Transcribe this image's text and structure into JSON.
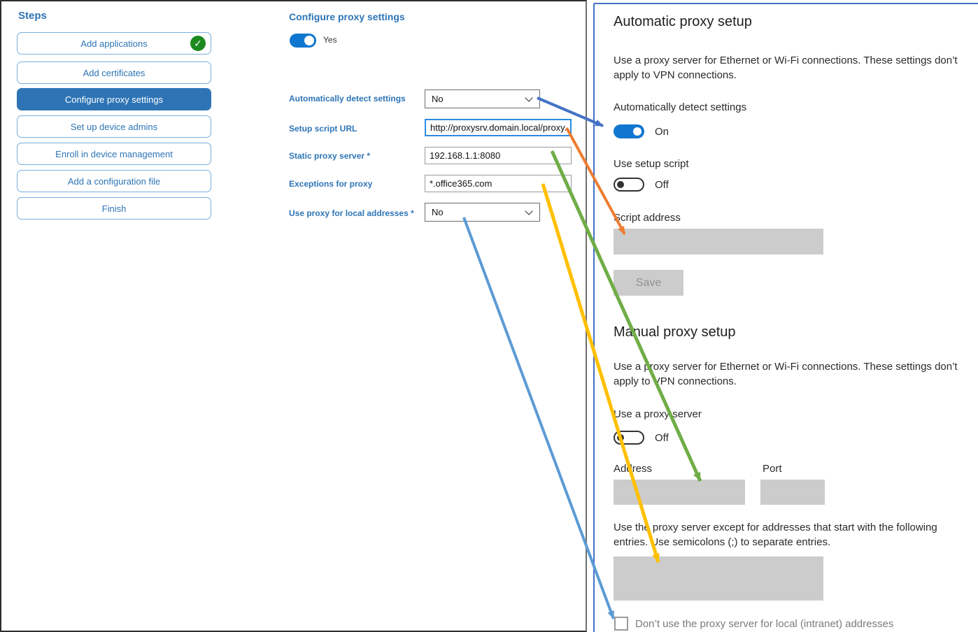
{
  "icons": {
    "check": "✓"
  },
  "colors": {
    "accent": "#2e75b6",
    "toggle_on": "#0f77d0",
    "panel_border": "#4472c4",
    "disabled_fill": "#cccccc"
  },
  "left_pane": {
    "steps": {
      "title": "Steps",
      "items": [
        {
          "label": "Add applications",
          "completed": true
        },
        {
          "label": "Add certificates"
        },
        {
          "label": "Configure proxy settings",
          "active": true
        },
        {
          "label": "Set up device admins"
        },
        {
          "label": "Enroll in device management"
        },
        {
          "label": "Add a configuration file"
        },
        {
          "label": "Finish"
        }
      ]
    },
    "form": {
      "title": "Configure proxy settings",
      "enable_toggle": {
        "state": "Yes"
      },
      "rows": [
        {
          "label": "Automatically detect settings",
          "type": "select",
          "value": "No"
        },
        {
          "label": "Setup script URL",
          "type": "text",
          "value": "http://proxysrv.domain.local/proxy.pa"
        },
        {
          "label": "Static proxy server *",
          "type": "text",
          "value": "192.168.1.1:8080"
        },
        {
          "label": "Exceptions for proxy",
          "type": "text",
          "value": "*.office365.com"
        },
        {
          "label": "Use proxy for local addresses *",
          "type": "select",
          "value": "No"
        }
      ]
    }
  },
  "settings_panel": {
    "automatic": {
      "heading": "Automatic proxy setup",
      "description": "Use a proxy server for Ethernet or Wi-Fi connections. These settings don’t apply to VPN connections.",
      "detect_label": "Automatically detect settings",
      "detect_state": "On",
      "script_toggle_label": "Use setup script",
      "script_toggle_state": "Off",
      "script_address_label": "Script address",
      "save_label": "Save"
    },
    "manual": {
      "heading": "Manual proxy setup",
      "description": "Use a proxy server for Ethernet or Wi-Fi connections. These settings don’t apply to VPN connections.",
      "proxy_toggle_label": "Use a proxy server",
      "proxy_toggle_state": "Off",
      "address_label": "Address",
      "port_label": "Port",
      "exceptions_help": "Use the proxy server except for addresses that start with the following entries. Use semicolons (;) to separate entries.",
      "checkbox_label": "Don’t use the proxy server for local (intranet) addresses"
    }
  },
  "arrows": [
    {
      "name": "detect-settings-link",
      "color": "#4472C4"
    },
    {
      "name": "setup-script-url-link",
      "color": "#ED7D31"
    },
    {
      "name": "static-proxy-link",
      "color": "#70AD47"
    },
    {
      "name": "proxy-exceptions-link",
      "color": "#FFC000"
    },
    {
      "name": "local-addresses-link",
      "color": "#5B9BD5"
    }
  ]
}
